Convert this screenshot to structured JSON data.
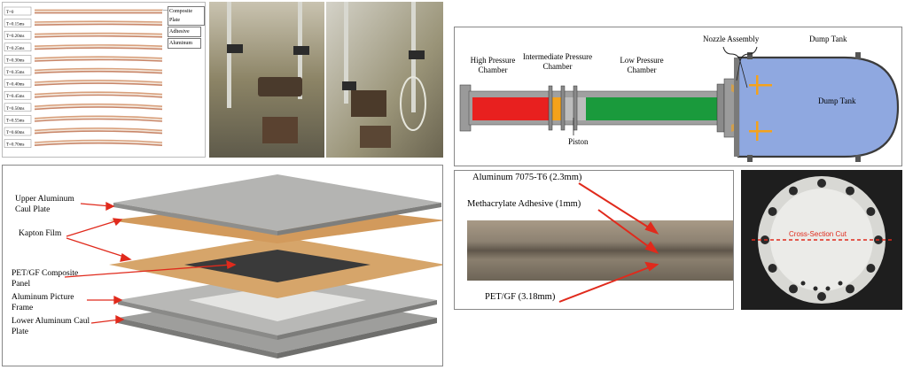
{
  "time_series": {
    "labels": [
      "T=0",
      "T=0.15ms",
      "T=0.20ms",
      "T=0.25ms",
      "T=0.30ms",
      "T=0.35ms",
      "T=0.40ms",
      "T=0.45ms",
      "T=0.50ms",
      "T=0.55ms",
      "T=0.60ms",
      "T=0.70ms"
    ],
    "legend": [
      "Composite Plate",
      "Adhesive",
      "Aluminum"
    ]
  },
  "layup": {
    "labels": {
      "upper": "Upper Aluminum Caul Plate",
      "kapton": "Kapton Film",
      "composite": "PET/GF Composite Panel",
      "frame": "Aluminum Picture Frame",
      "lower": "Lower Aluminum Caul Plate"
    }
  },
  "shock_tube": {
    "high": "High Pressure Chamber",
    "intermediate": "Intermediate Pressure Chamber",
    "low": "Low Pressure Chamber",
    "nozzle": "Nozzle Assembly",
    "dump": "Dump Tank",
    "piston": "Piston"
  },
  "cross_section": {
    "aluminum": "Aluminum 7075-T6 (2.3mm)",
    "adhesive": "Methacrylate Adhesive (1mm)",
    "petgf": "PET/GF (3.18mm)",
    "cut": "Cross-Section Cut"
  },
  "colors": {
    "high": "#e8201f",
    "intermediate": "#f5a21b",
    "low": "#1a9a3c",
    "dump": "#8fa8e0",
    "arrow": "#e02a1c",
    "kapton": "#d6a56a",
    "composite": "#3a3a3a",
    "aluminum": "#a8a8a6"
  }
}
